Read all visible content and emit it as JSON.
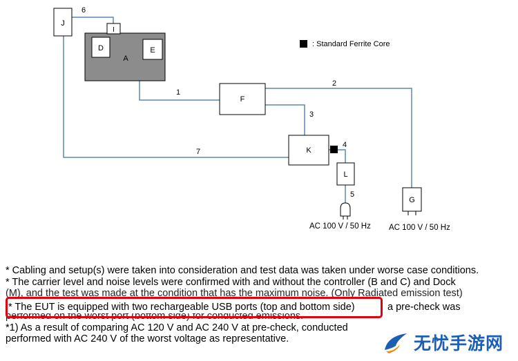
{
  "legend": {
    "ferrite_label": ": Standard Ferrite Core"
  },
  "boxes": {
    "J": "J",
    "I": "I",
    "A": "A",
    "D": "D",
    "E": "E",
    "F": "F",
    "K": "K",
    "L": "L",
    "G": "G"
  },
  "cables": {
    "c1": "1",
    "c2": "2",
    "c3": "3",
    "c4": "4",
    "c5": "5",
    "c6": "6",
    "c7": "7"
  },
  "power": {
    "left": "AC 100 V / 50 Hz",
    "right": "AC 100 V / 50 Hz"
  },
  "notes": [
    "* Cabling and setup(s) were taken into consideration and test data was taken under worse case conditions.",
    "* The carrier level and noise levels were confirmed with and without the controller (B and C) and Dock",
    "(M), and the test was made at the condition that has the maximum noise. (Only Radiated emission test)",
    "performed on the worst port (bottom side) for conducted emissions.",
    "*1) As a result of comparing AC 120 V and AC 240 V at pre-check, conducted",
    "performed with AC 240 V of the worst voltage as representative."
  ],
  "highlight": {
    "text": "* The EUT is equipped with two rechargeable USB ports (top and bottom side)",
    "tail": "a pre-check was"
  },
  "watermark": {
    "text": "无忧手游网"
  },
  "colors": {
    "highlight_border": "#e0000f",
    "eut_fill": "#8c8c8c",
    "cable": "#5a87b0",
    "watermark_blue": "#1a5fb4",
    "watermark_orange": "#f08a00"
  }
}
